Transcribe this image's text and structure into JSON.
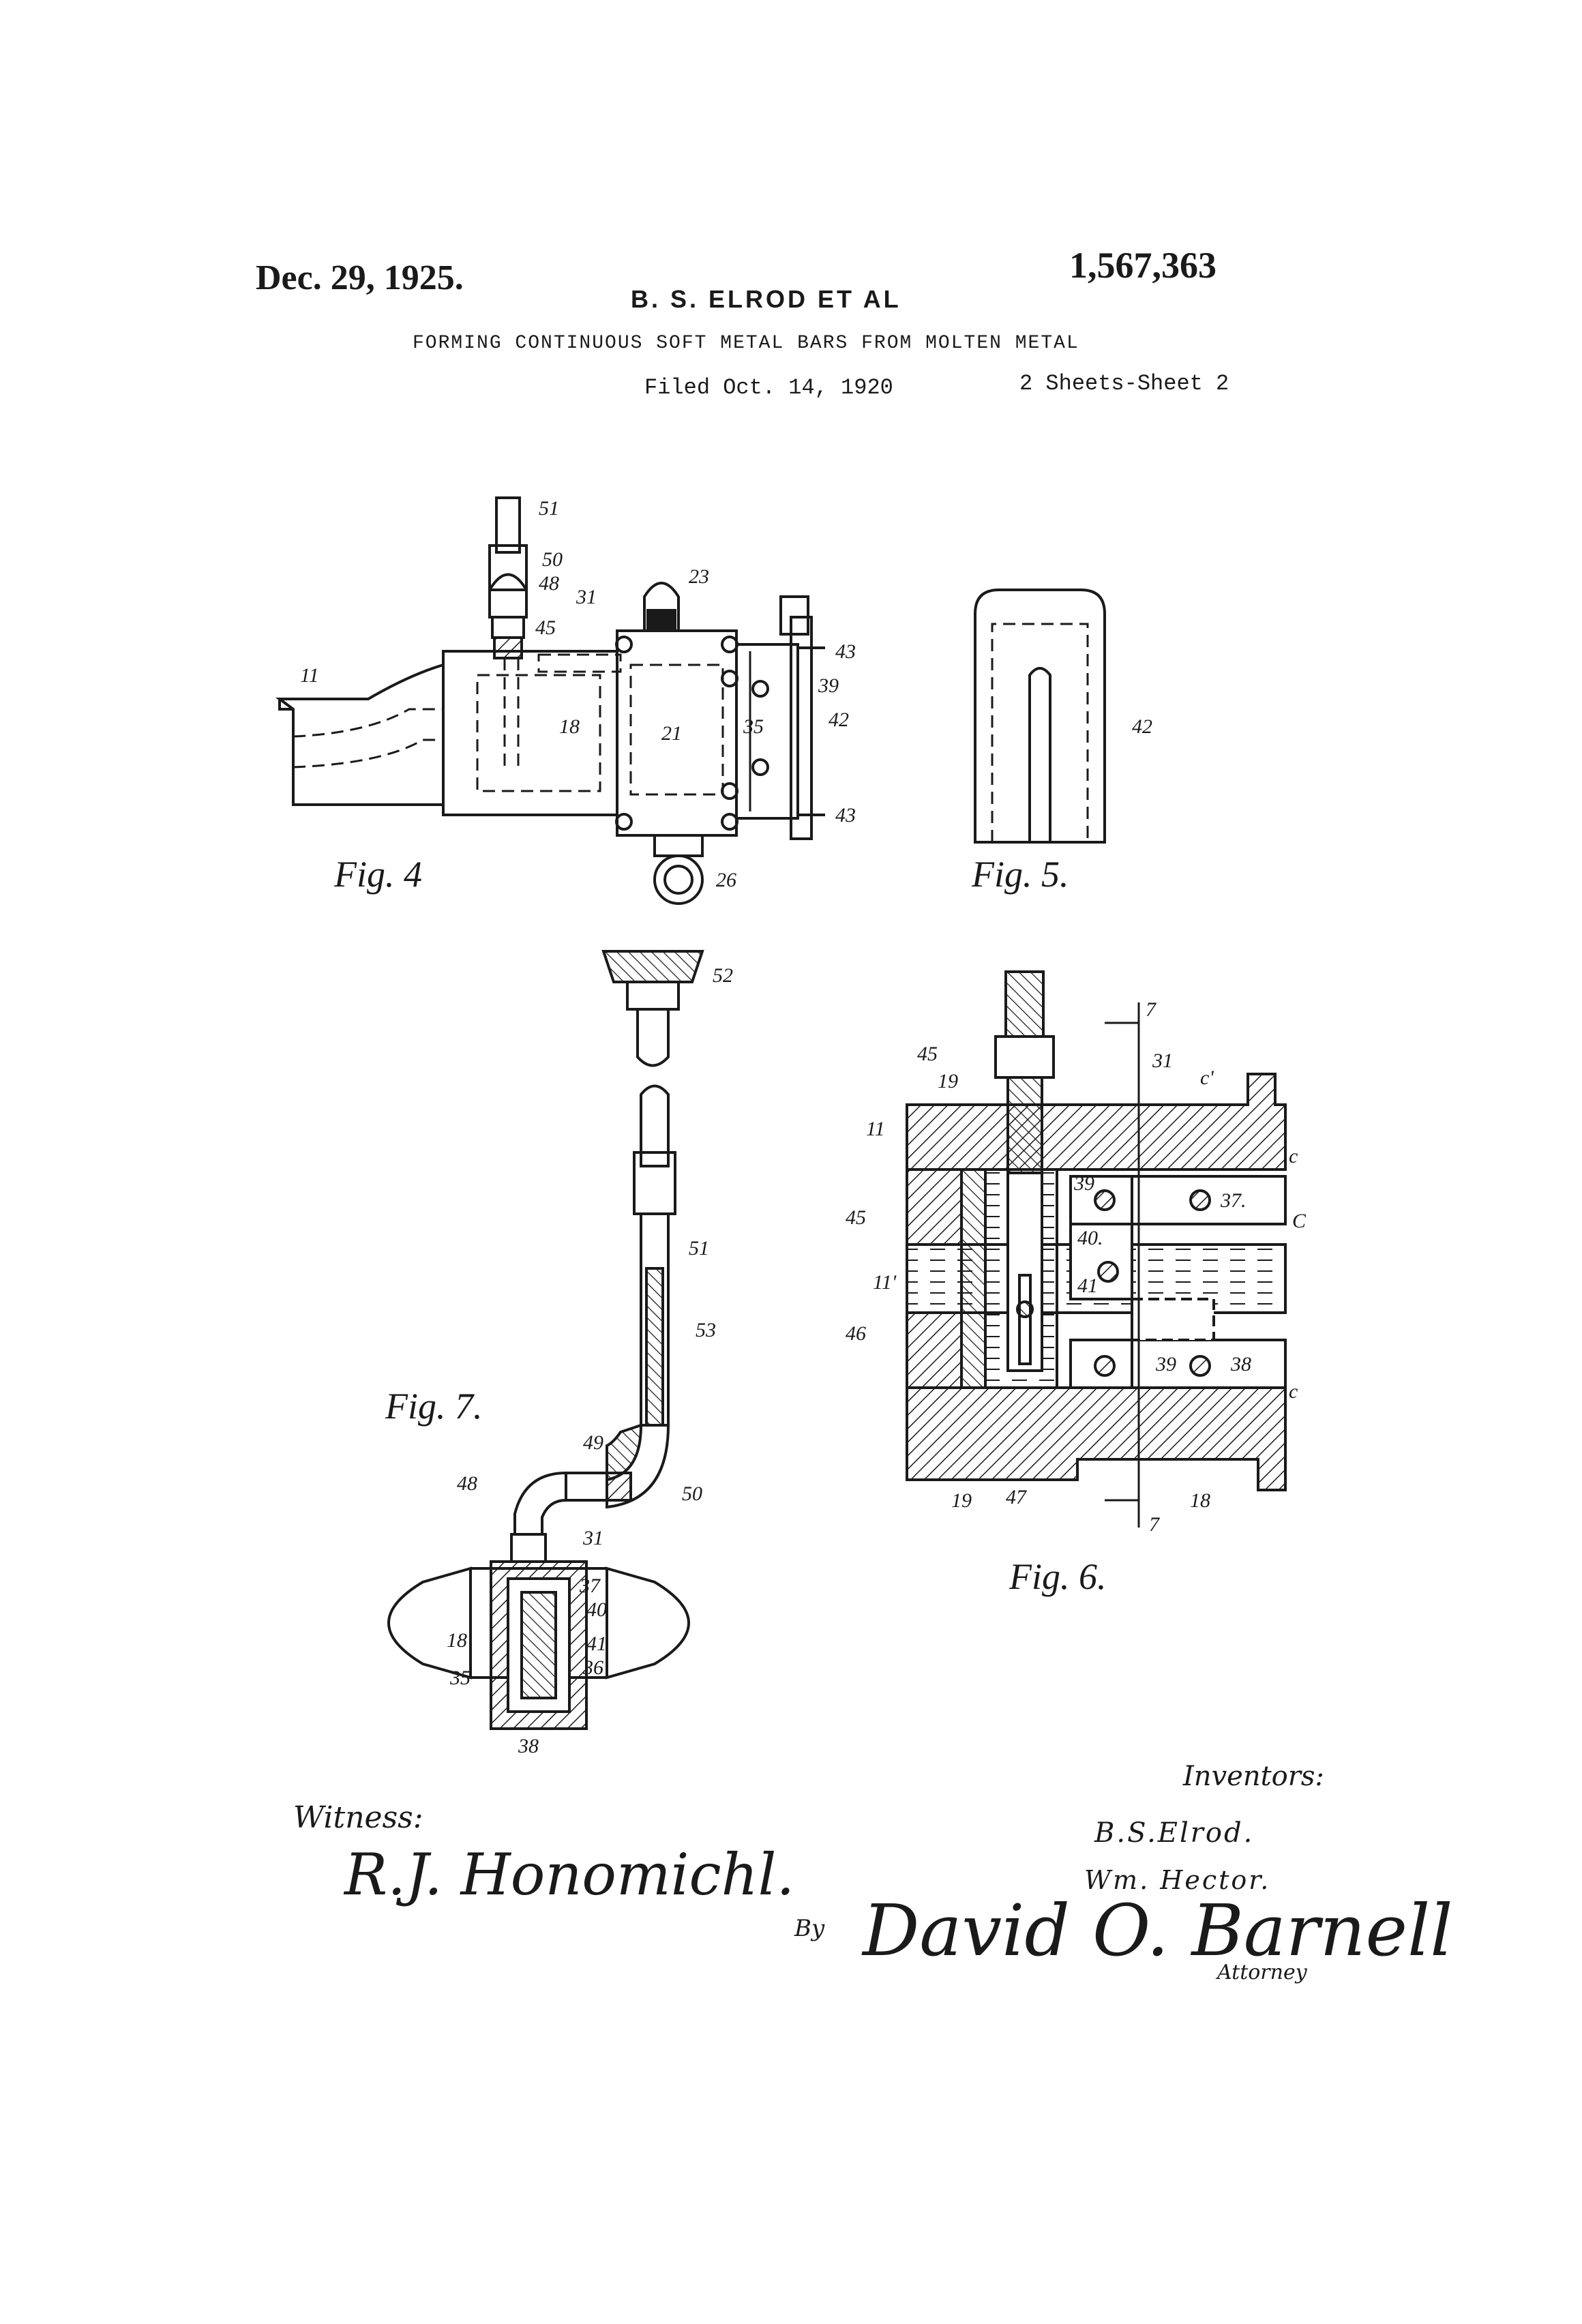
{
  "header": {
    "date": "Dec. 29, 1925.",
    "patent_number": "1,567,363",
    "inventors_line": "B. S. ELROD ET AL",
    "title": "FORMING CONTINUOUS SOFT METAL BARS FROM MOLTEN METAL",
    "filed": "Filed Oct. 14, 1920",
    "sheets": "2 Sheets-Sheet 2"
  },
  "figures": {
    "fig4": {
      "caption": "Fig. 4",
      "labels": [
        "51",
        "50",
        "48",
        "31",
        "45",
        "23",
        "43",
        "11",
        "18",
        "21",
        "35",
        "39",
        "42",
        "43",
        "26"
      ]
    },
    "fig5": {
      "caption": "Fig. 5.",
      "labels": [
        "42"
      ]
    },
    "fig6": {
      "caption": "Fig. 6.",
      "labels": [
        "7",
        "45",
        "19",
        "31",
        "c'",
        "11",
        "c",
        "39",
        "37.",
        "45",
        "40.",
        "C",
        "41",
        "11'",
        "46",
        "39",
        "38",
        "c",
        "19",
        "47",
        "18",
        "7"
      ]
    },
    "fig7": {
      "caption": "Fig. 7.",
      "labels": [
        "52",
        "51",
        "53",
        "49",
        "48",
        "50",
        "31",
        "37",
        "40",
        "18",
        "41",
        "35",
        "36",
        "38"
      ]
    }
  },
  "signatures": {
    "inventors_heading": "Inventors:",
    "inventor_1": "B.S.Elrod.",
    "inventor_2": "Wm. Hector.",
    "witness_heading": "Witness:",
    "witness_name": "R.J. Honomichl.",
    "by": "By",
    "attorney_name": "David O. Barnell",
    "attorney_title": "Attorney"
  }
}
